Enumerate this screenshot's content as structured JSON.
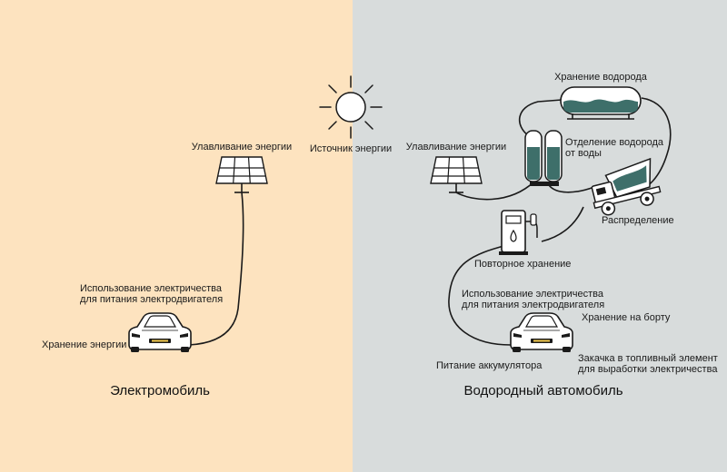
{
  "colors": {
    "ev_background": "#fde3bf",
    "hydrogen_background": "#d8dcdc",
    "water_tank_teal": "#3e6f6a",
    "outline": "#1a1a1a"
  },
  "sun_label": "Источник энергии",
  "ev_side": {
    "title": "Электромобиль",
    "capture_label": "Улавливание энергии",
    "usage_label_lines": [
      "Использование электричества",
      "для питания электродвигателя"
    ],
    "storage_label": "Хранение энергии"
  },
  "hydrogen_side": {
    "title": "Водородный автомобиль",
    "capture_label": "Улавливание энергии",
    "h2_storage_label": "Хранение водорода",
    "separation_label_lines": [
      "Отделение водорода",
      "от воды"
    ],
    "distribution_label": "Распределение",
    "restorage_label": "Повторное хранение",
    "usage_label_lines": [
      "Использование электричества",
      "для питания электродвигателя"
    ],
    "onboard_label": "Хранение на борту",
    "battery_label": "Питание аккумулятора",
    "fuelcell_label_lines": [
      "Закачка в топливный элемент",
      "для выработки электричества"
    ]
  },
  "icons": [
    "sun-icon",
    "solar-panel-icon",
    "car-icon",
    "hydrogen-tank-icon",
    "electrolyzer-icon",
    "truck-icon",
    "fuel-pump-icon"
  ]
}
